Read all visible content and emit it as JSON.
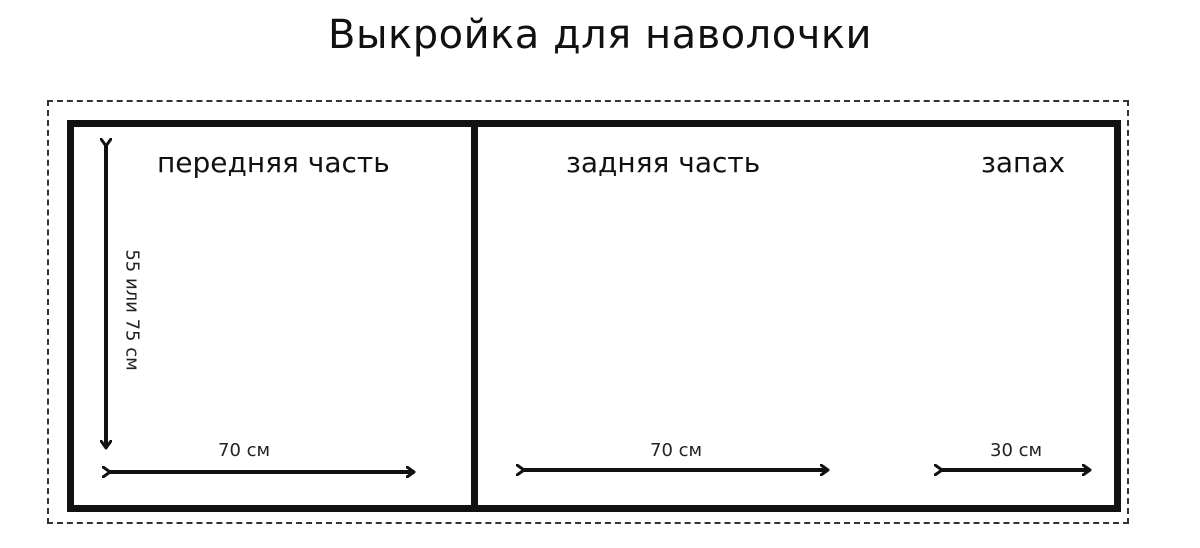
{
  "title": "Выкройка для наволочки",
  "panels": {
    "front": {
      "label": "передняя часть",
      "width_label": "70 см",
      "height_label": "55 или 75 см"
    },
    "back": {
      "label": "задняя часть",
      "width_label": "70 см"
    },
    "flap": {
      "label": "запах",
      "width_label": "30 см"
    }
  },
  "colors": {
    "line": "#111111",
    "dashed_outline": "#333333",
    "background": "#ffffff"
  }
}
